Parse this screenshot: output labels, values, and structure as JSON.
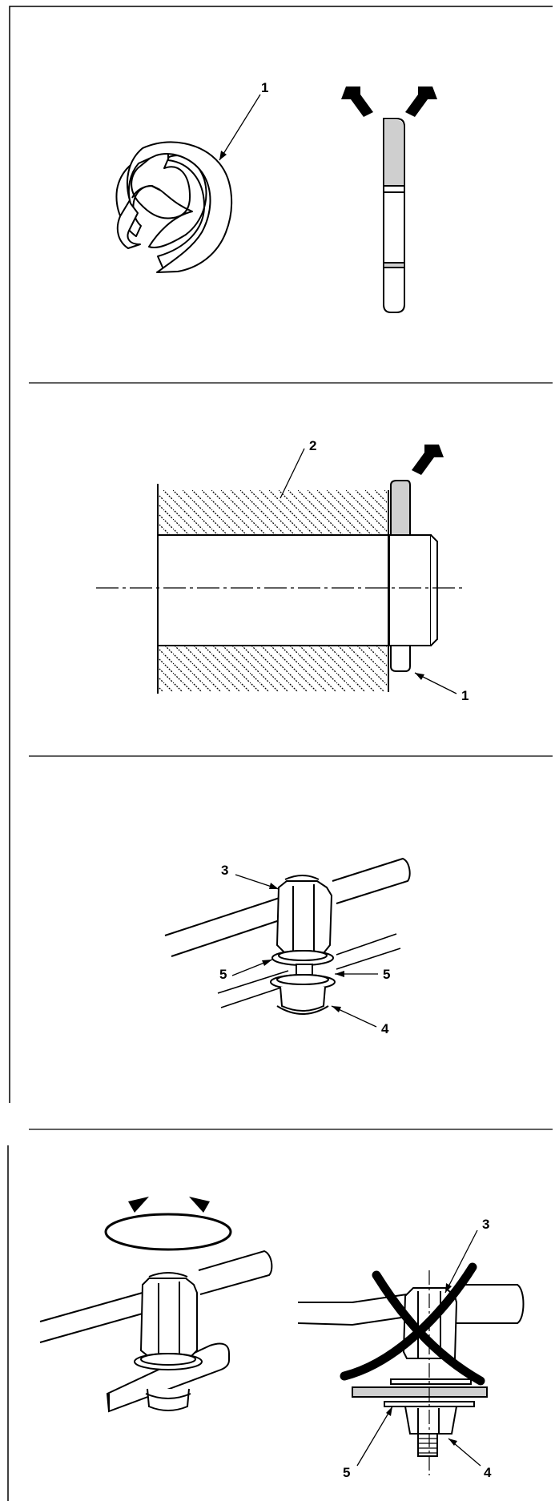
{
  "panels": [
    {
      "callouts": {
        "one": "1"
      }
    },
    {
      "callouts": {
        "two": "2",
        "one": "1"
      }
    },
    {
      "callouts": {
        "three": "3",
        "five_left": "5",
        "five_right": "5",
        "four": "4"
      }
    },
    {
      "callouts": {
        "three": "3",
        "five": "5",
        "four": "4"
      }
    }
  ],
  "colors": {
    "line": "#000000",
    "fill_grey": "#cfcfcf",
    "background": "#ffffff"
  }
}
